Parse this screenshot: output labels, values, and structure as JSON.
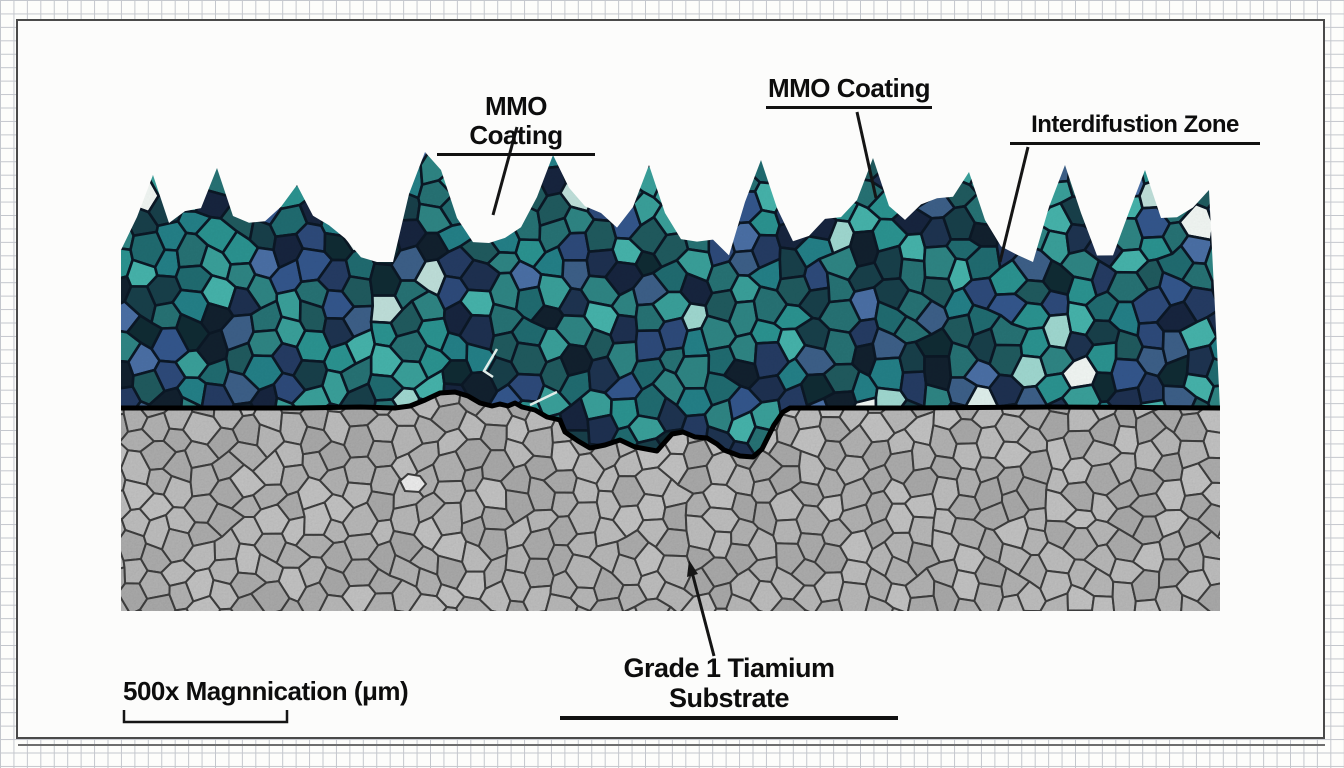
{
  "figure": {
    "type": "cross-section micrograph illustration on graph paper",
    "labels": {
      "mmo_coating_1": "MMO Coating",
      "mmo_coating_2": "MMO Coating",
      "interdiffusion_zone": "Interdifustion Zone",
      "substrate": "Grade 1 Tiamium Substrate",
      "scale": "500x Magnnication (μm)"
    },
    "colors": {
      "paper_bg": "#fdfdfb",
      "grid_line": "#c4c7cd",
      "panel_bg": "#fcfcfb",
      "panel_border": "#4a4a4a",
      "label_text": "#0d0d0d",
      "annotation_line": "#151515",
      "interface_line": "#000000",
      "coating_stroke": "#0b1725",
      "coating_teals": [
        "#1f5a5e",
        "#267274",
        "#2e8584",
        "#39a09a",
        "#45b3ab",
        "#1f6b70",
        "#2a9390",
        "#238087"
      ],
      "coating_darks": [
        "#16243e",
        "#1d3050",
        "#243b63",
        "#11202e",
        "#0f2b33",
        "#173f4a",
        "#1d3350"
      ],
      "coating_blues": [
        "#33568c",
        "#2d4a7a",
        "#3c5f88",
        "#4a6fa5"
      ],
      "coating_pales": [
        "#dff0ec",
        "#bfe0da",
        "#9fd8d0",
        "#f2f7f4"
      ],
      "substrate_stroke": "#3f3f3f",
      "substrate_grays": [
        "#b0b0b0",
        "#b6b6b6",
        "#bcbcbc",
        "#c2c2c2",
        "#c7c7c7",
        "#adadad"
      ],
      "scratch": "#e8f4f0"
    }
  }
}
